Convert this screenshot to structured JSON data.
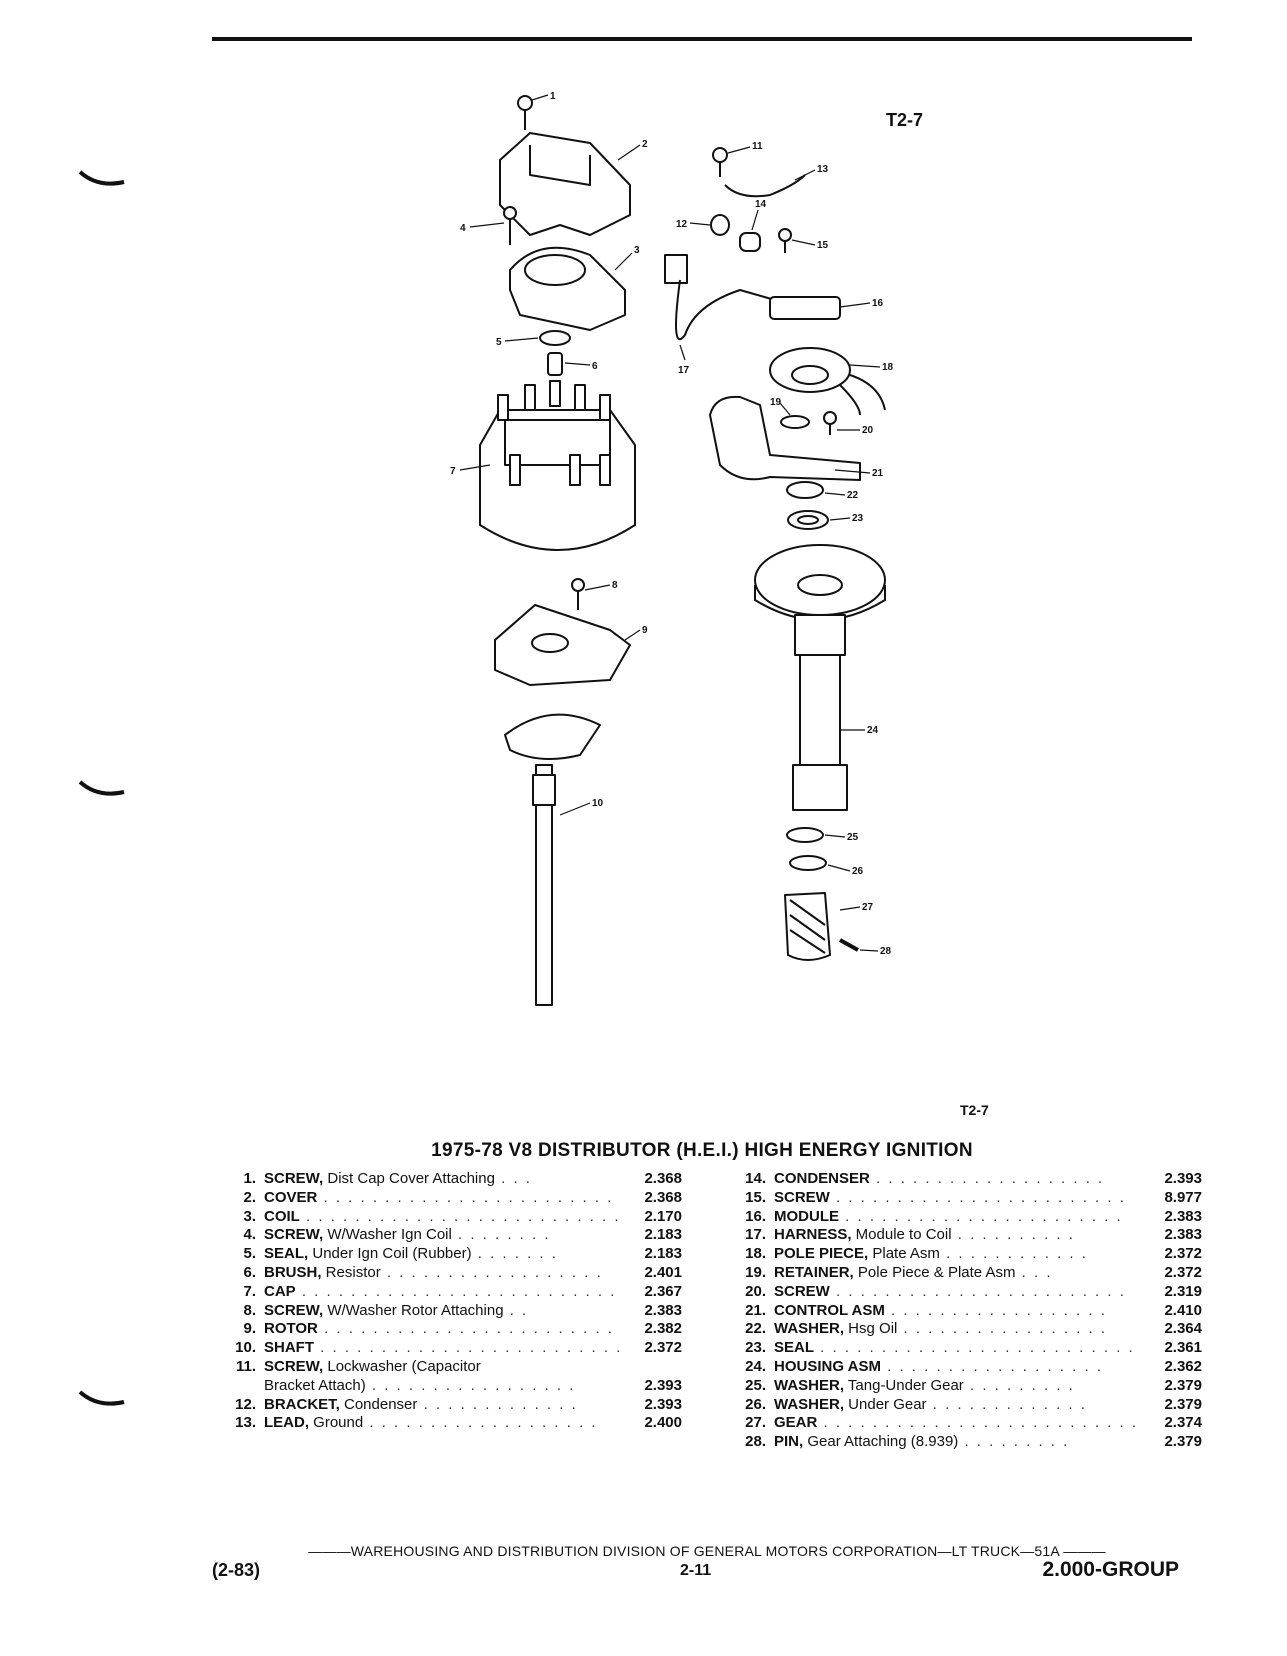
{
  "diagram_ref_top": "T2-7",
  "diagram_ref_bottom": "T2-7",
  "title": "1975-78 V8 DISTRIBUTOR (H.E.I.) HIGH ENERGY IGNITION",
  "callouts": [
    "1",
    "2",
    "3",
    "4",
    "5",
    "6",
    "7",
    "8",
    "9",
    "10",
    "11",
    "12",
    "13",
    "14",
    "15",
    "16",
    "17",
    "18",
    "19",
    "20",
    "21",
    "22",
    "23",
    "24",
    "25",
    "26",
    "27",
    "28"
  ],
  "parts_left": [
    {
      "num": "1.",
      "name": "SCREW,",
      "desc": " Dist Cap Cover Attaching",
      "dots": " . . .",
      "code": "2.368"
    },
    {
      "num": "2.",
      "name": "COVER",
      "desc": "",
      "dots": " . . . . . . . . . . . . . . . . . . . . . . . .",
      "code": "2.368"
    },
    {
      "num": "3.",
      "name": "COIL",
      "desc": "",
      "dots": " . . . . . . . . . . . . . . . . . . . . . . . . . .",
      "code": "2.170"
    },
    {
      "num": "4.",
      "name": "SCREW,",
      "desc": " W/Washer Ign Coil",
      "dots": " . . . . . . . .",
      "code": "2.183"
    },
    {
      "num": "5.",
      "name": "SEAL,",
      "desc": " Under Ign Coil (Rubber)",
      "dots": " . . . . . . .",
      "code": "2.183"
    },
    {
      "num": "6.",
      "name": "BRUSH,",
      "desc": " Resistor",
      "dots": " . . . . . . . . . . . . . . . . . .",
      "code": "2.401"
    },
    {
      "num": "7.",
      "name": "CAP",
      "desc": "",
      "dots": " . . . . . . . . . . . . . . . . . . . . . . . . . . .",
      "code": "2.367"
    },
    {
      "num": "8.",
      "name": "SCREW,",
      "desc": " W/Washer Rotor Attaching",
      "dots": " . .",
      "code": "2.383"
    },
    {
      "num": "9.",
      "name": "ROTOR",
      "desc": "",
      "dots": " . . . . . . . . . . . . . . . . . . . . . . . .",
      "code": "2.382"
    },
    {
      "num": "10.",
      "name": "SHAFT",
      "desc": "",
      "dots": " . . . . . . . . . . . . . . . . . . . . . . . . .",
      "code": "2.372"
    },
    {
      "num": "11.",
      "name": "SCREW,",
      "desc": " Lockwasher (Capacitor",
      "dots": "",
      "code": ""
    },
    {
      "num": "",
      "name": "",
      "desc": "Bracket Attach)",
      "dots": " . . . . . . . . . . . . . . . . .",
      "code": "2.393"
    },
    {
      "num": "12.",
      "name": "BRACKET,",
      "desc": " Condenser",
      "dots": " . . . . . . . . . . . . .",
      "code": "2.393"
    },
    {
      "num": "13.",
      "name": "LEAD,",
      "desc": " Ground",
      "dots": " . . . . . . . . . . . . . . . . . . .",
      "code": "2.400"
    }
  ],
  "parts_right": [
    {
      "num": "14.",
      "name": "CONDENSER",
      "desc": "",
      "dots": " . . . . . . . . . . . . . . . . . . .",
      "code": "2.393"
    },
    {
      "num": "15.",
      "name": "SCREW",
      "desc": "",
      "dots": " . . . . . . . . . . . . . . . . . . . . . . . .",
      "code": "8.977"
    },
    {
      "num": "16.",
      "name": "MODULE",
      "desc": "",
      "dots": " . . . . . . . . . . . . . . . . . . . . . . .",
      "code": "2.383"
    },
    {
      "num": "17.",
      "name": "HARNESS,",
      "desc": " Module to Coil",
      "dots": " . . . . . . . . . .",
      "code": "2.383"
    },
    {
      "num": "18.",
      "name": "POLE PIECE,",
      "desc": " Plate Asm",
      "dots": " . . . . . . . . . . . .",
      "code": "2.372"
    },
    {
      "num": "19.",
      "name": "RETAINER,",
      "desc": " Pole Piece & Plate Asm",
      "dots": " . . .",
      "code": "2.372"
    },
    {
      "num": "20.",
      "name": "SCREW",
      "desc": "",
      "dots": " . . . . . . . . . . . . . . . . . . . . . . . .",
      "code": "2.319"
    },
    {
      "num": "21.",
      "name": "CONTROL ASM",
      "desc": "",
      "dots": " . . . . . . . . . . . . . . . . . .",
      "code": "2.410"
    },
    {
      "num": "22.",
      "name": "WASHER,",
      "desc": " Hsg Oil",
      "dots": " . . . . . . . . . . . . . . . . .",
      "code": "2.364"
    },
    {
      "num": "23.",
      "name": "SEAL",
      "desc": "",
      "dots": " . . . . . . . . . . . . . . . . . . . . . . . . . .",
      "code": "2.361"
    },
    {
      "num": "24.",
      "name": "HOUSING ASM",
      "desc": "",
      "dots": " . . . . . . . . . . . . . . . . . .",
      "code": "2.362"
    },
    {
      "num": "25.",
      "name": "WASHER,",
      "desc": " Tang-Under Gear",
      "dots": " . . . . . . . . .",
      "code": "2.379"
    },
    {
      "num": "26.",
      "name": "WASHER,",
      "desc": " Under Gear",
      "dots": " . . . . . . . . . . . . .",
      "code": "2.379"
    },
    {
      "num": "27.",
      "name": "GEAR",
      "desc": "",
      "dots": " . . . . . . . . . . . . . . . . . . . . . . . . . .",
      "code": "2.374"
    },
    {
      "num": "28.",
      "name": "PIN,",
      "desc": " Gear Attaching (8.939)",
      "dots": " . . . . . . . . .",
      "code": "2.379"
    }
  ],
  "footer": {
    "division_line": "———WAREHOUSING AND DISTRIBUTION DIVISION OF GENERAL MOTORS CORPORATION—LT TRUCK—51A ———",
    "date": "(2-83)",
    "page": "2-11",
    "group": "2.000-GROUP"
  }
}
